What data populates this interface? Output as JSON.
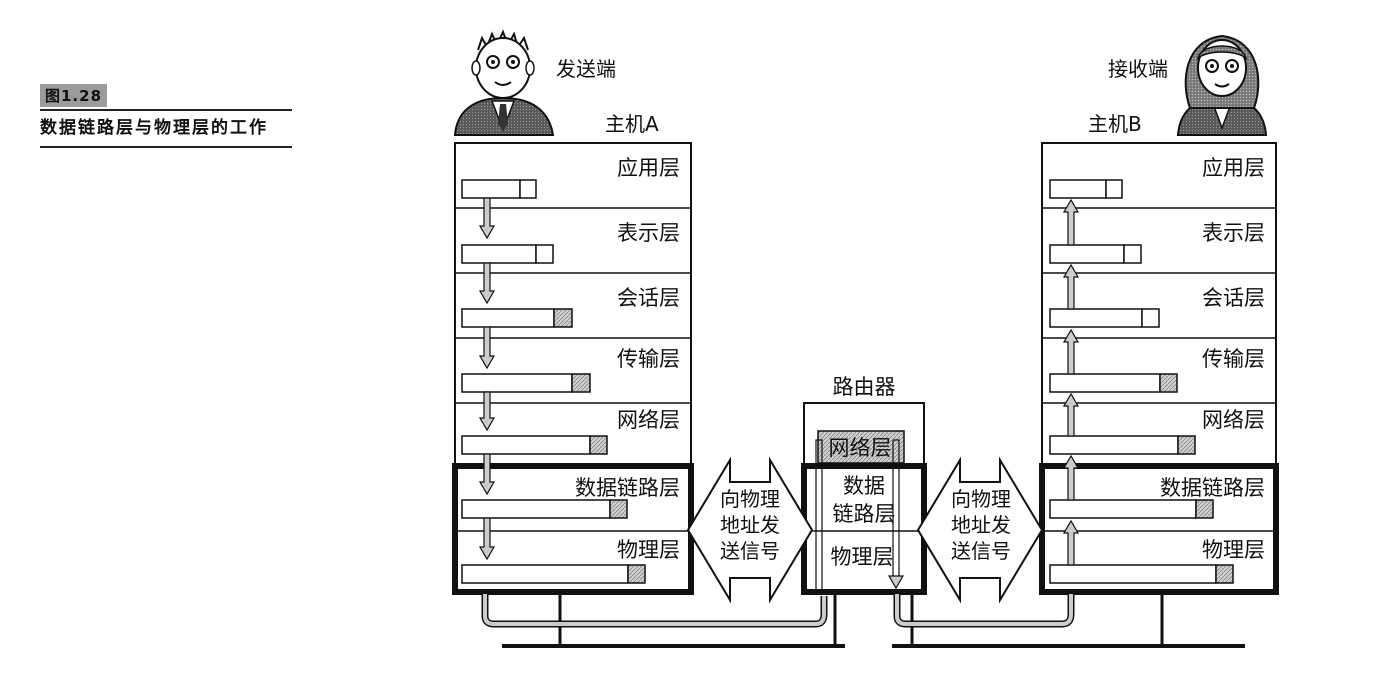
{
  "figure": {
    "number": "图1.28",
    "title": "数据链路层与物理层的工作"
  },
  "sender": {
    "role": "发送端",
    "host": "主机A"
  },
  "receiver": {
    "role": "接收端",
    "host": "主机B"
  },
  "layers": [
    "应用层",
    "表示层",
    "会话层",
    "传输层",
    "网络层",
    "数据链路层",
    "物理层"
  ],
  "router": {
    "title": "路由器",
    "network_layer": "网络层",
    "datalink_line1": "数据",
    "datalink_line2": "链路层",
    "physical_layer": "物理层"
  },
  "signal_arrow": {
    "line1": "向物理",
    "line2": "地址发",
    "line3": "送信号"
  },
  "colors": {
    "stroke": "#111111",
    "packet_header": "#bdbdbd",
    "arrow_fill": "#cccccc",
    "person_suit": "#555555"
  }
}
